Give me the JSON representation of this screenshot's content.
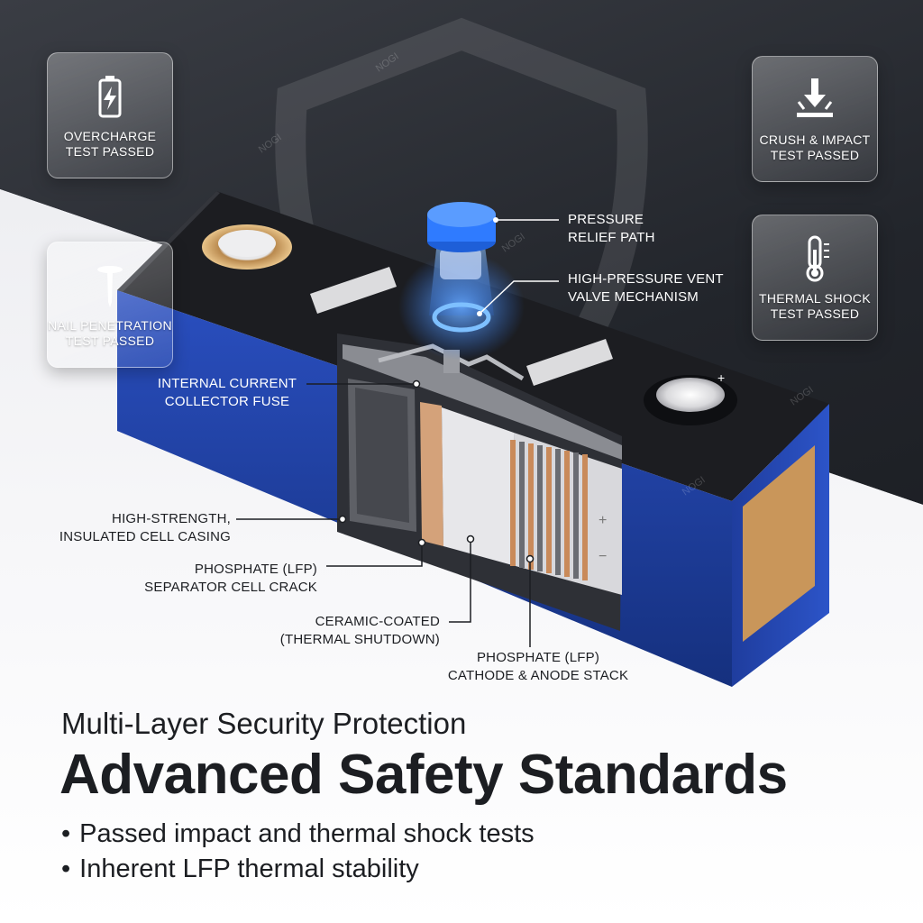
{
  "badges": {
    "overcharge": {
      "label": "OVERCHARGE\nTEST PASSED",
      "icon": "battery-bolt-icon"
    },
    "nail": {
      "label": "NAIL PENETRATION\nTEST PASSED",
      "icon": "nail-icon"
    },
    "crush": {
      "label": "CRUSH & IMPACT\nTEST PASSED",
      "icon": "crush-arrow-icon"
    },
    "thermal": {
      "label": "THERMAL SHOCK\nTEST PASSED",
      "icon": "thermometer-icon"
    }
  },
  "callouts": {
    "pressure_relief": "PRESSURE\nRELIEF PATH",
    "vent_valve": "HIGH-PRESSURE VENT\nVALVE MECHANISM",
    "collector_fuse": "INTERNAL CURRENT\nCOLLECTOR FUSE",
    "cell_casing": "HIGH-STRENGTH,\nINSULATED CELL CASING",
    "separator": "PHOSPHATE (LFP)\nSEPARATOR CELL CRACK",
    "ceramic": "CERAMIC-COATED\n(THERMAL SHUTDOWN)",
    "stack": "PHOSPHATE (LFP)\nCATHODE & ANODE STACK"
  },
  "battery": {
    "terminal_plus": "+",
    "stack_plus": "+",
    "stack_minus": "−"
  },
  "watermark": "NOGI",
  "heading": {
    "subtitle": "Multi-Layer Security Protection",
    "title": "Advanced Safety Standards"
  },
  "bullets": [
    "Passed impact and thermal shock tests",
    "Inherent LFP thermal stability"
  ],
  "colors": {
    "battery_blue": "#1f3fa6",
    "vent_blue": "#2f7bff",
    "copper": "#c9965a",
    "dark_bg": "#22252b"
  }
}
